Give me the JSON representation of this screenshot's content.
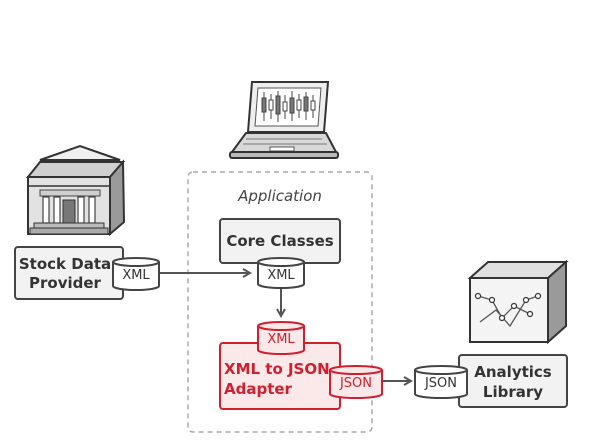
{
  "app_frame": {
    "label": "Application"
  },
  "stock_provider": {
    "line1": "Stock Data",
    "line2": "Provider",
    "format": "XML"
  },
  "core_classes": {
    "label": "Core Classes",
    "format": "XML"
  },
  "adapter": {
    "line1": "XML to JSON",
    "line2": "Adapter",
    "input_format": "XML",
    "output_format": "JSON"
  },
  "analytics": {
    "line1": "Analytics",
    "line2": "Library",
    "format": "JSON"
  },
  "icons": [
    "bank-building-icon",
    "laptop-candlestick-chart-icon",
    "package-box-chart-icon"
  ],
  "colors": {
    "ink": "#444444",
    "box_fill": "#f2f2f2",
    "adapter_red": "#d0202f",
    "adapter_fill": "#fbe9ea",
    "dashed": "#aaaaaa"
  }
}
